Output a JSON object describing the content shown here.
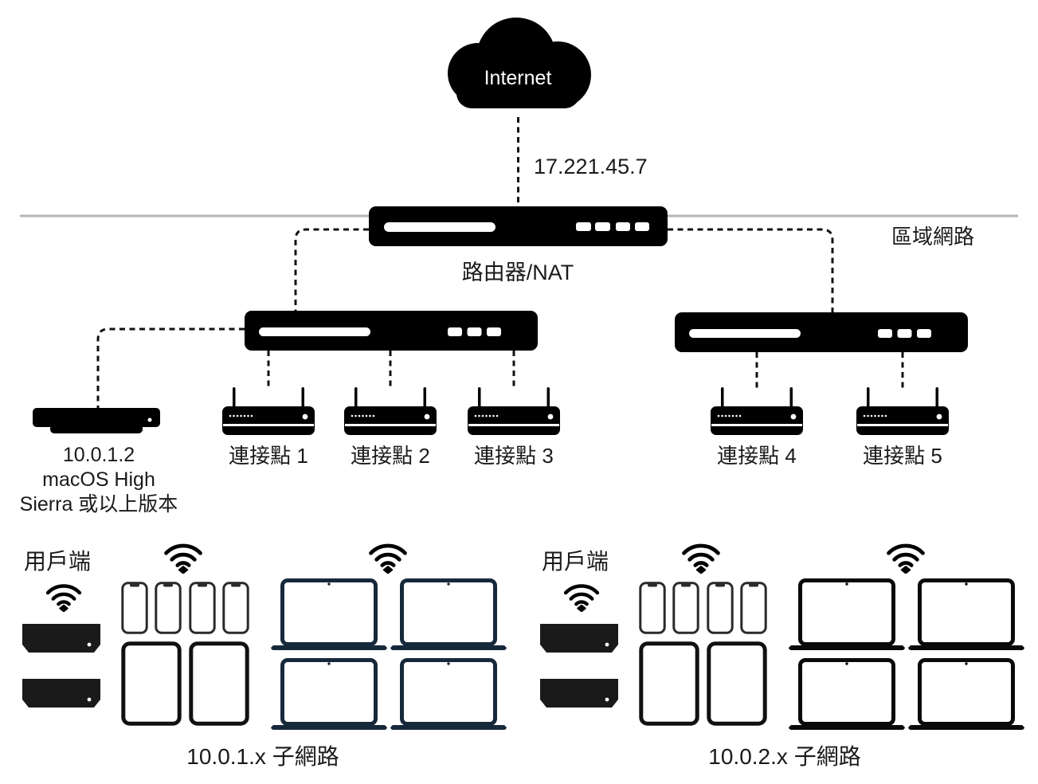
{
  "diagram": {
    "internet_label": "Internet",
    "wan_ip": "17.221.45.7",
    "lan_label": "區域網路",
    "router_label": "路由器/NAT",
    "server": {
      "ip": "10.0.1.2",
      "os_line1": "macOS High",
      "os_line2": "Sierra 或以上版本"
    },
    "access_points": [
      {
        "label": "連接點 1"
      },
      {
        "label": "連接點 2"
      },
      {
        "label": "連接點 3"
      },
      {
        "label": "連接點 4"
      },
      {
        "label": "連接點 5"
      }
    ],
    "subnets": [
      {
        "clients_label": "用戶端",
        "subnet_label": "10.0.1.x 子網路"
      },
      {
        "clients_label": "用戶端",
        "subnet_label": "10.0.2.x 子網路"
      }
    ],
    "icons": {
      "cloud": "internet-cloud",
      "router": "router-nat-appliance",
      "switch": "network-switch",
      "access_point": "wifi-access-point",
      "server": "mac-server",
      "mac_mini": "mac-mini-client",
      "wifi": "wifi-signal",
      "phone": "iphone",
      "tablet": "ipad",
      "laptop": "macbook"
    },
    "colors": {
      "lan_line": "#b5b5bd",
      "device_black": "#000000",
      "laptop_left": "#16293b",
      "laptop_right": "#0a0a0a",
      "dashed_line": "#111111"
    }
  }
}
